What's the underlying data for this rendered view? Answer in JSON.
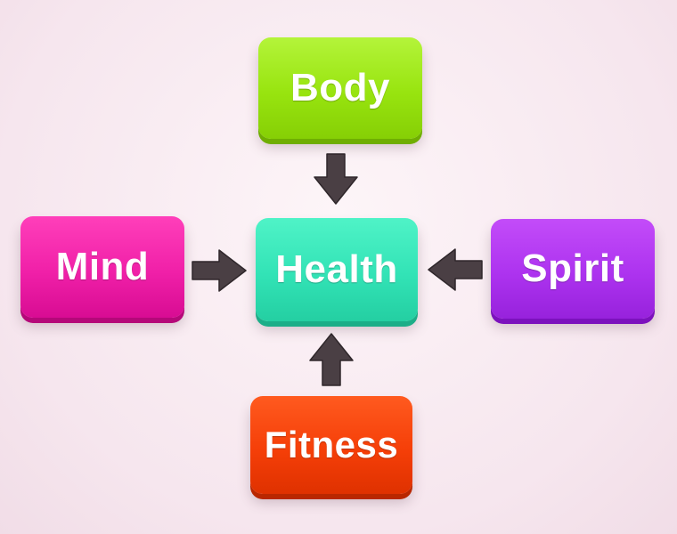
{
  "diagram": {
    "nodes": {
      "body": {
        "label": "Body",
        "color": "#98e40f"
      },
      "mind": {
        "label": "Mind",
        "color": "#f020a8"
      },
      "health": {
        "label": "Health",
        "color": "#32e3b6"
      },
      "spirit": {
        "label": "Spirit",
        "color": "#ad33ef"
      },
      "fitness": {
        "label": "Fitness",
        "color": "#f53f08"
      }
    },
    "edges": [
      {
        "from": "Body",
        "to": "Health"
      },
      {
        "from": "Mind",
        "to": "Health"
      },
      {
        "from": "Spirit",
        "to": "Health"
      },
      {
        "from": "Fitness",
        "to": "Health"
      }
    ],
    "arrow_color": "#4a3f44",
    "background_color": "#f6e6ee"
  }
}
